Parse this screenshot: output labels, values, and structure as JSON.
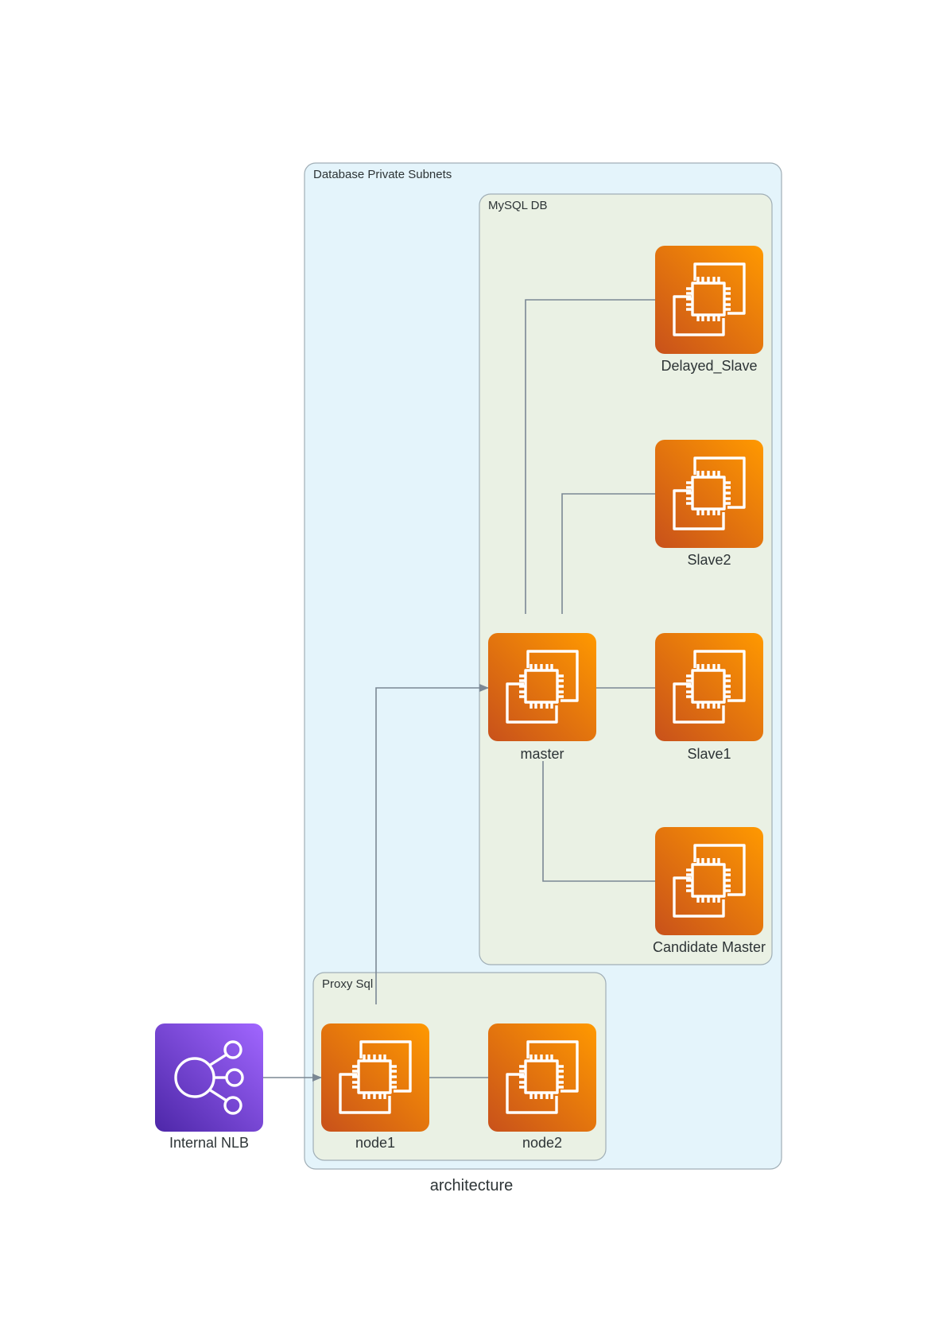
{
  "diagram": {
    "title": "architecture",
    "colors": {
      "outer_cluster_fill": "#e4f4fb",
      "inner_cluster_fill": "#eaf1e4",
      "cluster_border": "#a0aeb6",
      "edge": "#7b8894",
      "ec2_gradient": [
        "#c8511b",
        "#ff9900"
      ],
      "nlb_gradient": [
        "#4d27a8",
        "#a166ff"
      ]
    },
    "clusters": {
      "outer": {
        "label": "Database Private Subnets"
      },
      "mysql": {
        "label": "MySQL DB"
      },
      "proxy": {
        "label": "Proxy Sql"
      }
    },
    "nodes": {
      "nlb": {
        "label": "Internal NLB",
        "icon": "network-load-balancer-icon"
      },
      "node1": {
        "label": "node1",
        "icon": "ec2-instance-icon"
      },
      "node2": {
        "label": "node2",
        "icon": "ec2-instance-icon"
      },
      "master": {
        "label": "master",
        "icon": "ec2-instance-icon"
      },
      "slave1": {
        "label": "Slave1",
        "icon": "ec2-instance-icon"
      },
      "slave2": {
        "label": "Slave2",
        "icon": "ec2-instance-icon"
      },
      "delayed_slave": {
        "label": "Delayed_Slave",
        "icon": "ec2-instance-icon"
      },
      "candidate_master": {
        "label": "Candidate Master",
        "icon": "ec2-instance-icon"
      }
    },
    "edges": [
      {
        "from": "Internal NLB",
        "to": "node1",
        "arrow": true
      },
      {
        "from": "node1",
        "to": "node2",
        "arrow": false
      },
      {
        "from": "node1",
        "to": "master",
        "arrow": true
      },
      {
        "from": "master",
        "to": "Slave1",
        "arrow": false
      },
      {
        "from": "master",
        "to": "Slave2",
        "arrow": false
      },
      {
        "from": "master",
        "to": "Delayed_Slave",
        "arrow": false
      },
      {
        "from": "master",
        "to": "Candidate Master",
        "arrow": false
      }
    ]
  }
}
